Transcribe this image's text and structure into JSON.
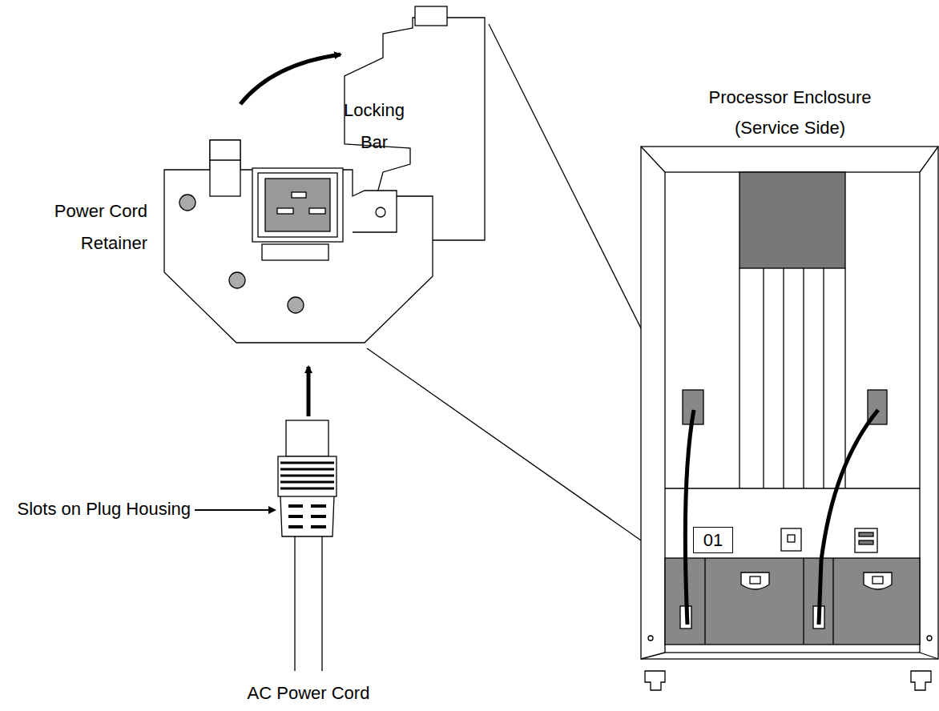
{
  "diagram": {
    "nodes": [
      {
        "text": [
          "Processor Enclosure (Service Side)"
        ]
      },
      {
        "text": [
          "01"
        ],
        "in": 0
      }
    ],
    "labels": [
      "Locking Bar",
      "Power Cord Retainer",
      "Slots on Plug Housing",
      "AC Power Cord"
    ]
  }
}
